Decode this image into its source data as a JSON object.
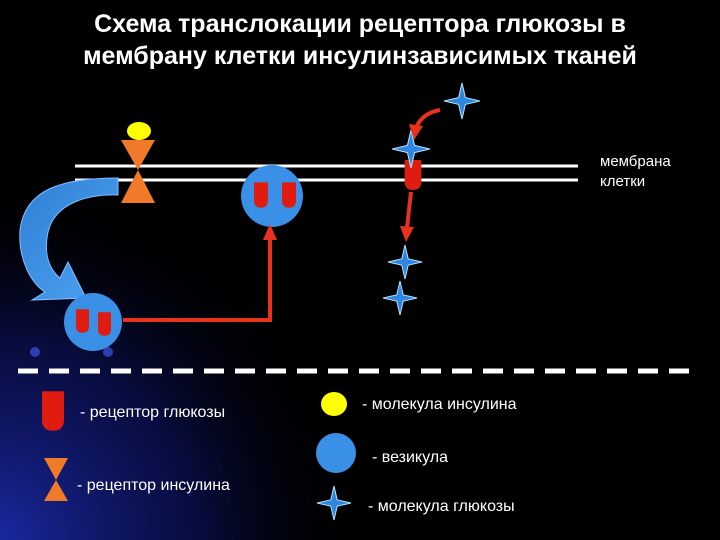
{
  "title": {
    "line1": "Схема транслокации рецептора глюкозы в",
    "line2": "мембрану клетки инсулинзависимых тканей"
  },
  "membrane_label": "мембрана клетки",
  "legend": {
    "glucose_receptor": "- рецептор глюкозы",
    "insulin_receptor": "- рецептор инсулина",
    "insulin_molecule": "- молекула инсулина",
    "vesicle": "- везикула",
    "glucose_molecule": "- молекула глюкозы"
  },
  "colors": {
    "background": "#000000",
    "membrane": "#ffffff",
    "glucose_receptor": "#e01b0f",
    "insulin_receptor": "#f07a2a",
    "insulin_molecule": "#ffff00",
    "vesicle": "#3a8fe6",
    "glucose_molecule": "#2e86de",
    "arrow": "#e8321e",
    "curved_arrow": "#3b86d8"
  }
}
